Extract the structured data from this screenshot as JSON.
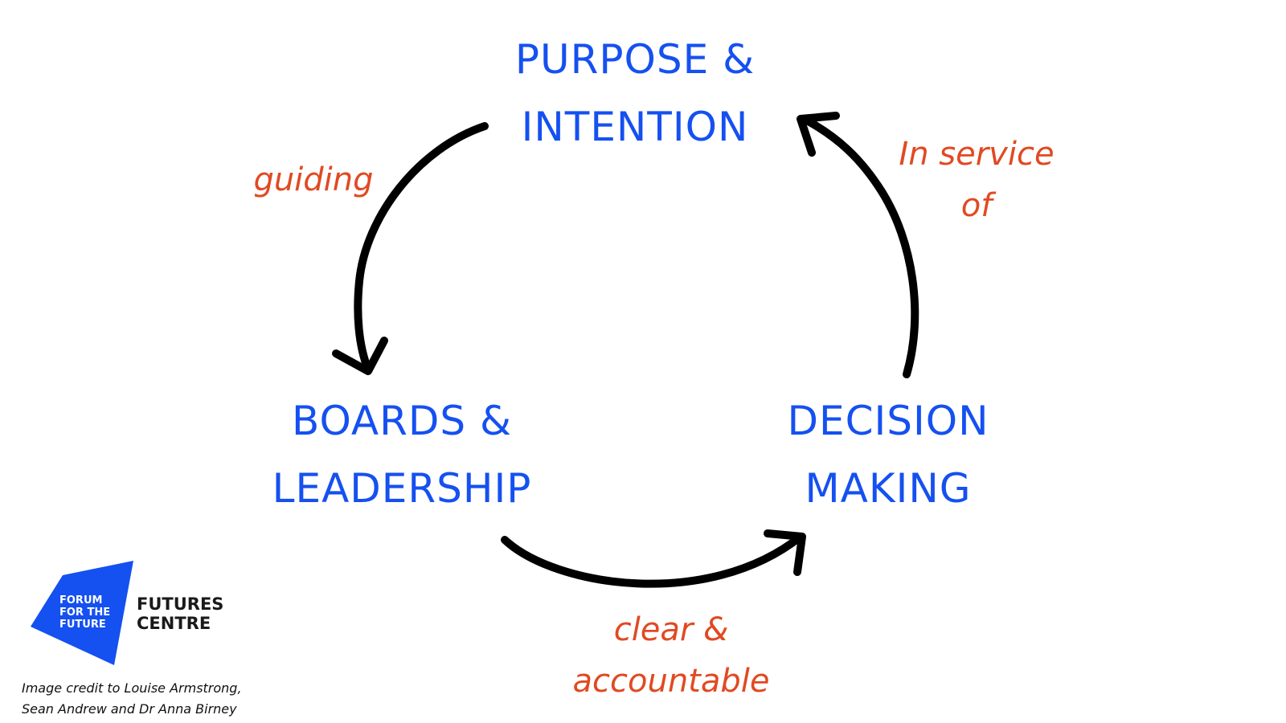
{
  "colors": {
    "node_text": "#1550f0",
    "edge_label_text": "#e04a22",
    "arrow": "#000000",
    "logo_blue": "#1550f0"
  },
  "nodes": {
    "purpose": {
      "line1": "PURPOSE &",
      "line2": "INTENTION"
    },
    "boards": {
      "line1": "BOARDS &",
      "line2": "LEADERSHIP"
    },
    "decision": {
      "line1": "DECISION",
      "line2": "MAKING"
    }
  },
  "edges": {
    "purpose_to_boards": {
      "label": "guiding"
    },
    "boards_to_decision": {
      "line1": "clear &",
      "line2": "accountable"
    },
    "decision_to_purpose": {
      "line1": "In service",
      "line2": "of"
    }
  },
  "logo": {
    "left_lines": [
      "FORUM",
      "FOR THE",
      "FUTURE"
    ],
    "right_lines": [
      "FUTURES",
      "CENTRE"
    ]
  },
  "credit": {
    "line1": "Image credit to Louise Armstrong,",
    "line2": "Sean Andrew and Dr Anna Birney"
  }
}
